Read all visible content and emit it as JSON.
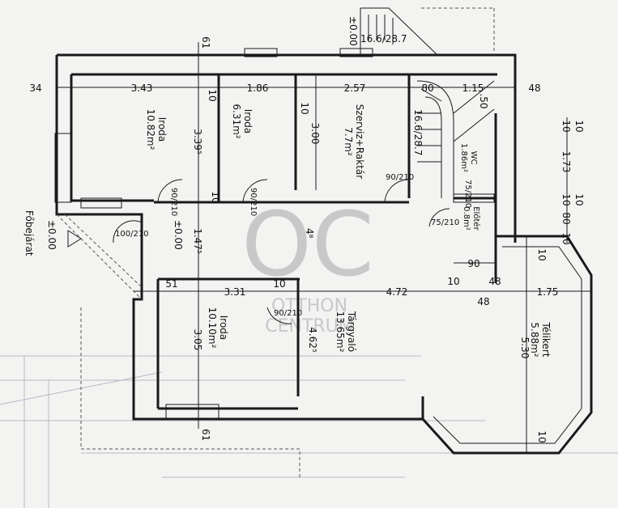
{
  "watermark": {
    "logo": "OC",
    "line1": "OTTHON",
    "line2": "CENTRUM"
  },
  "rooms": [
    {
      "key": "iroda1",
      "name": "Iroda",
      "area": "10.82m²"
    },
    {
      "key": "iroda2",
      "name": "Iroda",
      "area": "6.31m²"
    },
    {
      "key": "szerviz",
      "name": "Szerviz+Raktár",
      "area": "7.7m²"
    },
    {
      "key": "wc",
      "name": "WC",
      "area": "1.86m²"
    },
    {
      "key": "eloter",
      "name": "Előtér",
      "area": "0.8m²"
    },
    {
      "key": "iroda3",
      "name": "Iroda",
      "area": "10.10m²"
    },
    {
      "key": "tarsalgo",
      "name": "Tárgyaló",
      "area": "13.65m²"
    },
    {
      "key": "telikert",
      "name": "Télikert",
      "area": "5.88m²"
    }
  ],
  "dims": {
    "d343": "3.43",
    "d186": "1.86",
    "d257": "2.57",
    "d80": "80",
    "d115": "1.15",
    "d34": "34",
    "d48a": "48",
    "d61top": "61",
    "d61bot": "61",
    "d1010": "10",
    "d173": "1.73",
    "d10b": "10",
    "d80r": "80",
    "d10c": "10",
    "d339": "3.39⁵",
    "d300": "3.00",
    "d50": ".50",
    "d1010b": "10",
    "d147": "1.47⁵",
    "d331": "3.31",
    "d51": "51",
    "d10m": "10",
    "d472": "4.72",
    "d175": "1.75",
    "d48b": "48",
    "d305": "3.05",
    "d462": "4.62⁵",
    "d530": "5.30",
    "d10t": "10",
    "d10tb": "10",
    "d10e": "10",
    "d90": "90",
    "d10f": "10",
    "d48c": "48",
    "d10g": "10",
    "d10h": "10",
    "d10i": "10"
  },
  "doors": {
    "d1": "90/210",
    "d2": "90/210",
    "d3": "90/210",
    "d4": "75/210",
    "d5": "75/210",
    "d6": "100/210",
    "d7": "90/210"
  },
  "stairs": {
    "top": "16.6/28.7",
    "mid": "16.6/28.7"
  },
  "levels": {
    "top": "±0.00",
    "mid": "±0.00",
    "left": "±0.00"
  },
  "labels": {
    "entrance": "Főbejárat",
    "r48": "4⁸"
  }
}
